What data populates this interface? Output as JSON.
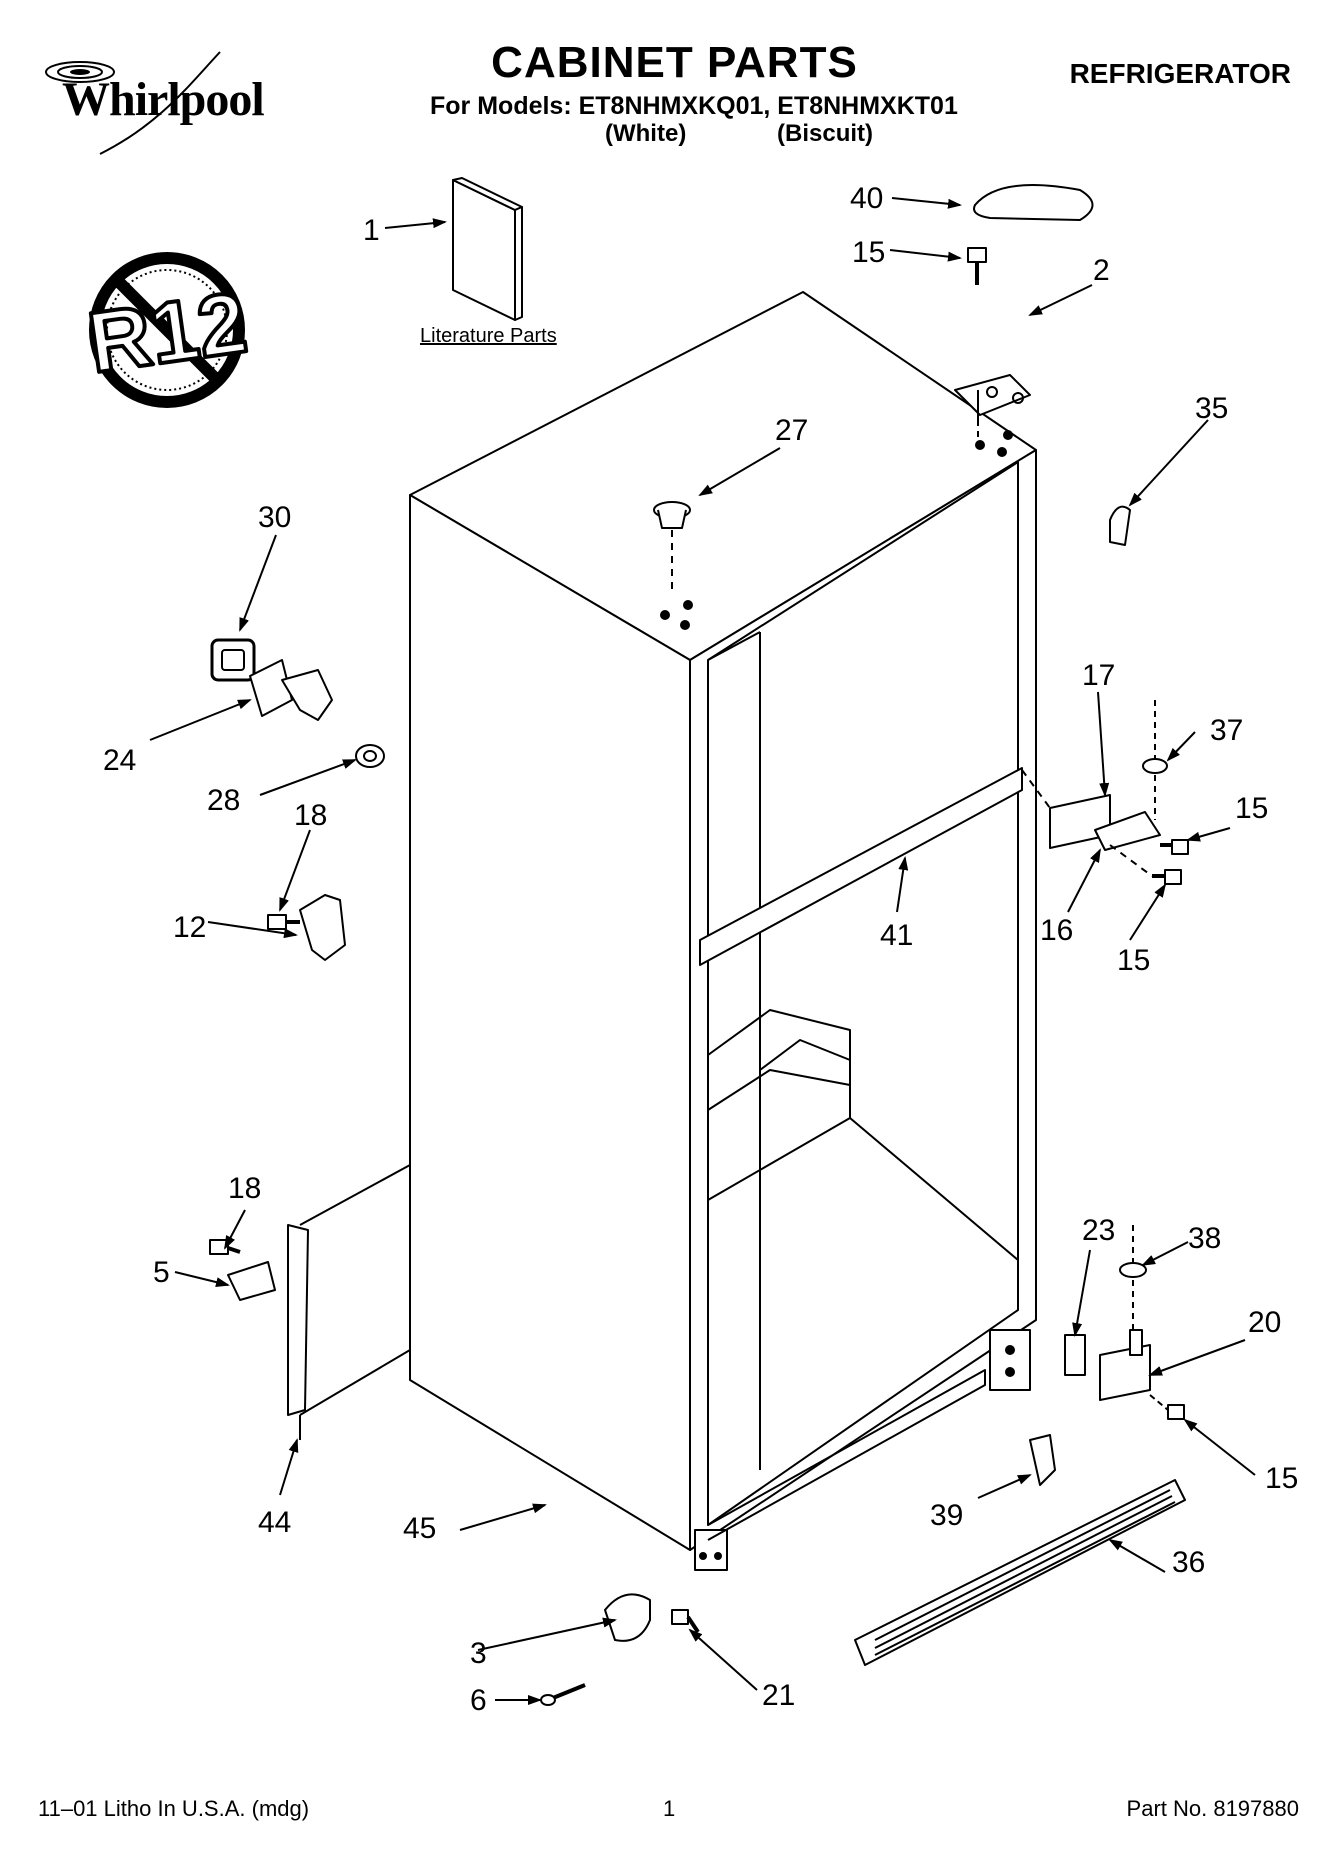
{
  "header": {
    "brand": "Whirlpool",
    "title": "CABINET PARTS",
    "models_line": "For Models: ET8NHMXKQ01, ET8NHMXKT01",
    "color_white": "(White)",
    "color_biscuit": "(Biscuit)",
    "product": "REFRIGERATOR"
  },
  "badge": {
    "text": "R12"
  },
  "literature_label": "Literature Parts",
  "callouts": [
    "1",
    "40",
    "15",
    "2",
    "35",
    "27",
    "30",
    "24",
    "28",
    "18",
    "12",
    "17",
    "37",
    "15",
    "16",
    "15",
    "41",
    "23",
    "38",
    "20",
    "18",
    "5",
    "44",
    "45",
    "15",
    "39",
    "36",
    "3",
    "21",
    "6"
  ],
  "footer": {
    "left": "11–01 Litho In U.S.A. (mdg)",
    "center": "1",
    "right": "Part No. 8197880"
  }
}
